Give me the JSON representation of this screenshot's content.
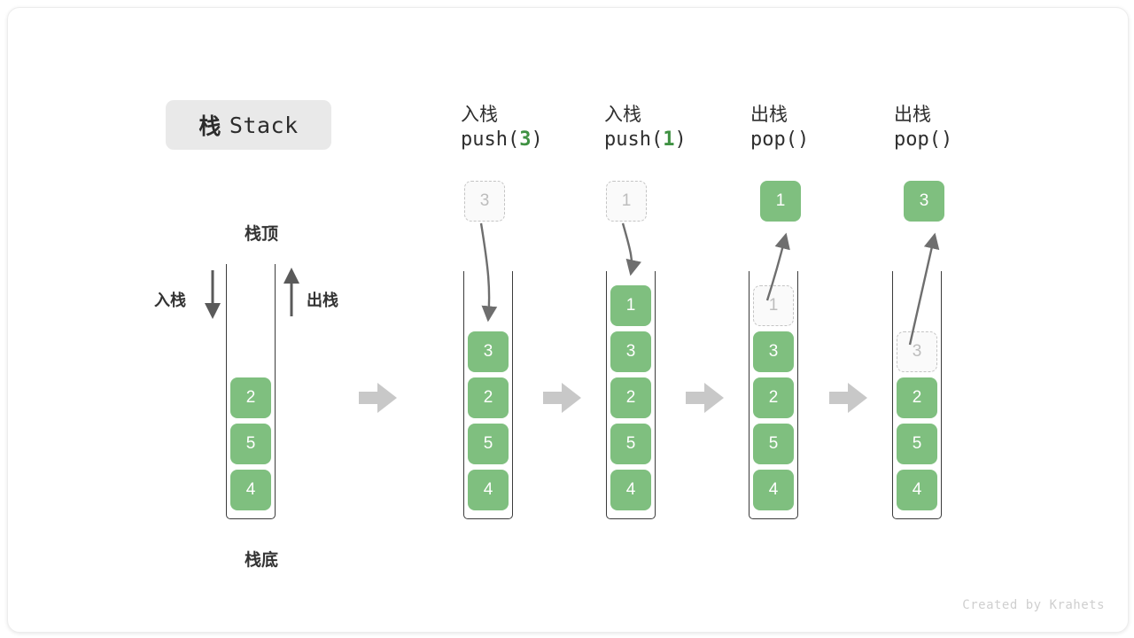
{
  "title": {
    "cn": "栈",
    "en": "Stack"
  },
  "labels": {
    "top": "栈顶",
    "bottom": "栈底",
    "push_side": "入栈",
    "pop_side": "出栈"
  },
  "footer": "Created by Krahets",
  "colors": {
    "cell_fill": "#7fbf7f",
    "cell_text": "#ffffff",
    "ghost_border": "#c4c4c4",
    "ghost_text": "#bdbdbd",
    "accent_arg": "#3f9142",
    "arrow_gray": "#c8c8c8",
    "connector": "#6e6e6e",
    "container_line": "#3b3b3b",
    "chip_bg": "#e9e9e9"
  },
  "columns": [
    {
      "id": "initial",
      "caption_cn": "",
      "caption_code": "",
      "cells": [
        {
          "value": "2",
          "state": "solid"
        },
        {
          "value": "5",
          "state": "solid"
        },
        {
          "value": "4",
          "state": "solid"
        }
      ],
      "floating": null
    },
    {
      "id": "push-3",
      "caption_cn": "入栈",
      "caption_code_prefix": "push(",
      "caption_code_arg": "3",
      "caption_code_suffix": ")",
      "cells": [
        {
          "value": "3",
          "state": "solid"
        },
        {
          "value": "2",
          "state": "solid"
        },
        {
          "value": "5",
          "state": "solid"
        },
        {
          "value": "4",
          "state": "solid"
        }
      ],
      "floating": {
        "value": "3",
        "state": "ghost"
      }
    },
    {
      "id": "push-1",
      "caption_cn": "入栈",
      "caption_code_prefix": "push(",
      "caption_code_arg": "1",
      "caption_code_suffix": ")",
      "cells": [
        {
          "value": "1",
          "state": "solid"
        },
        {
          "value": "3",
          "state": "solid"
        },
        {
          "value": "2",
          "state": "solid"
        },
        {
          "value": "5",
          "state": "solid"
        },
        {
          "value": "4",
          "state": "solid"
        }
      ],
      "floating": {
        "value": "1",
        "state": "ghost"
      }
    },
    {
      "id": "pop-1",
      "caption_cn": "出栈",
      "caption_code_prefix": "pop(",
      "caption_code_arg": "",
      "caption_code_suffix": ")",
      "cells": [
        {
          "value": "1",
          "state": "ghost"
        },
        {
          "value": "3",
          "state": "solid"
        },
        {
          "value": "2",
          "state": "solid"
        },
        {
          "value": "5",
          "state": "solid"
        },
        {
          "value": "4",
          "state": "solid"
        }
      ],
      "floating": {
        "value": "1",
        "state": "solid"
      }
    },
    {
      "id": "pop-3",
      "caption_cn": "出栈",
      "caption_code_prefix": "pop(",
      "caption_code_arg": "",
      "caption_code_suffix": ")",
      "cells": [
        {
          "value": "3",
          "state": "ghost"
        },
        {
          "value": "2",
          "state": "solid"
        },
        {
          "value": "5",
          "state": "solid"
        },
        {
          "value": "4",
          "state": "solid"
        }
      ],
      "floating": {
        "value": "3",
        "state": "solid"
      }
    }
  ]
}
